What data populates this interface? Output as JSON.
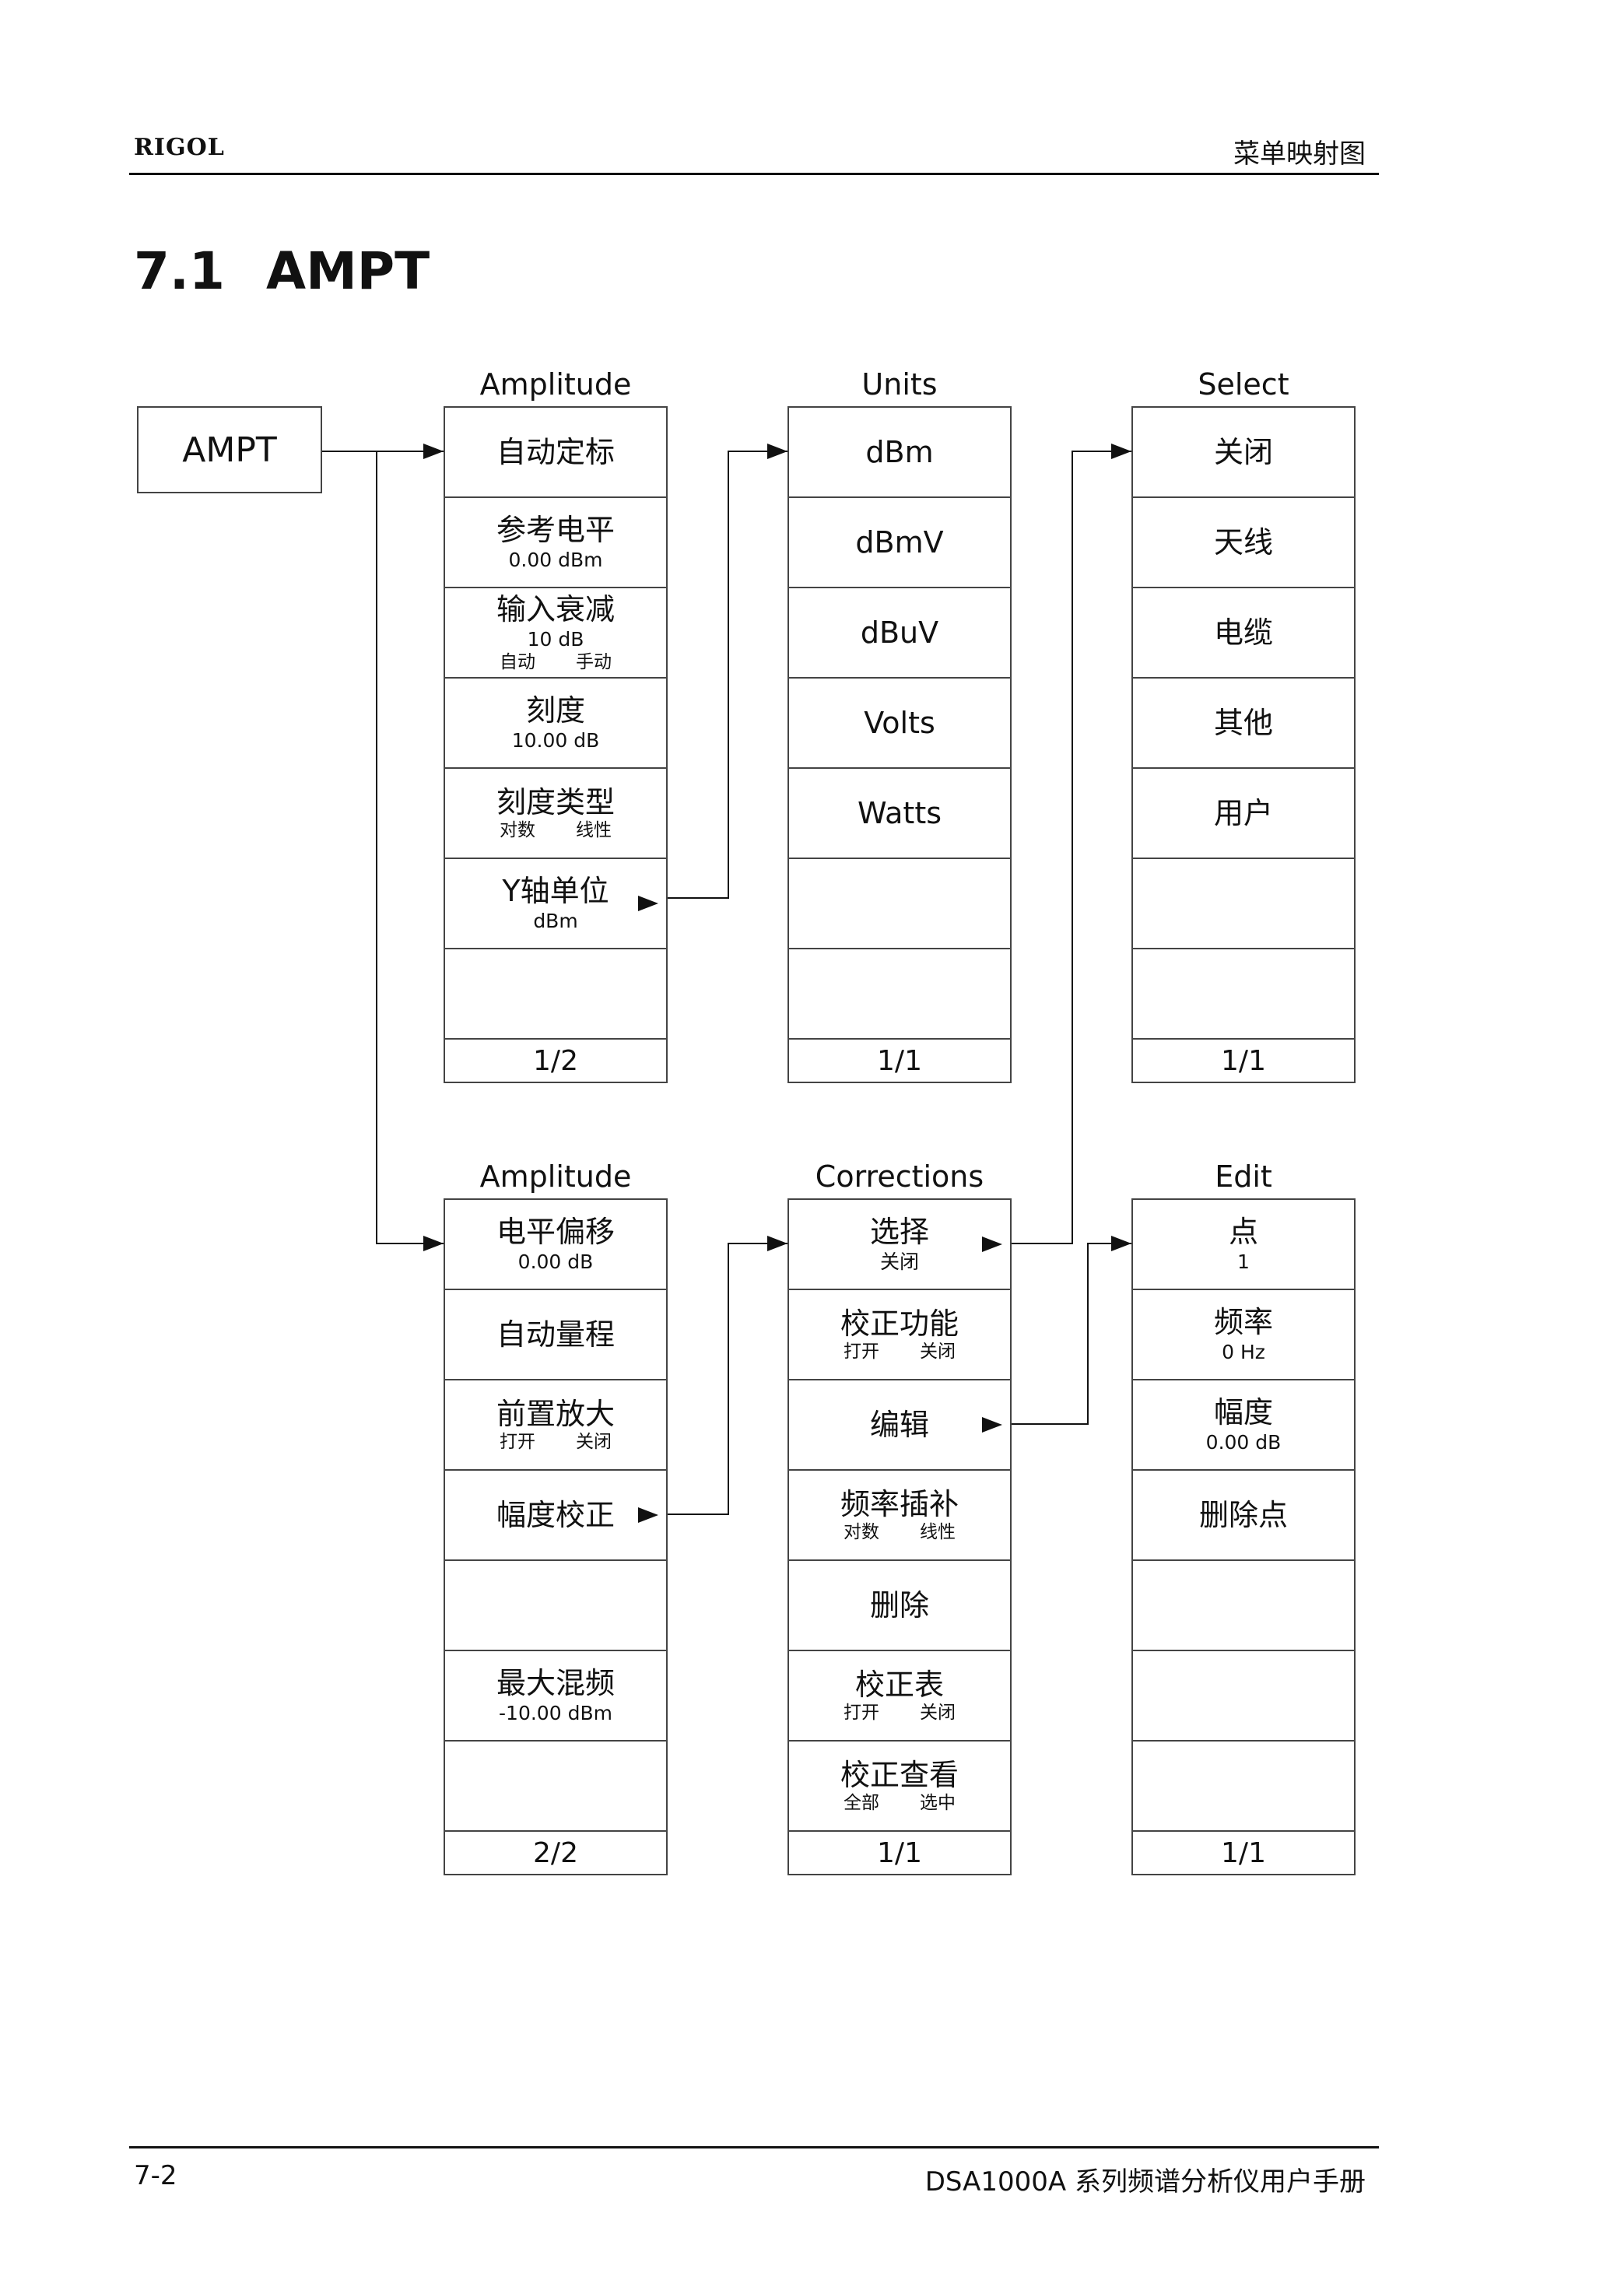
{
  "header": {
    "brand": "RIGOL",
    "section": "菜单映射图"
  },
  "title": {
    "number": "7.1",
    "text": "AMPT"
  },
  "root": {
    "label": "AMPT"
  },
  "menus": {
    "amplitude1": {
      "title": "Amplitude",
      "items": [
        {
          "label": "自动定标",
          "sub": "",
          "opts": []
        },
        {
          "label": "参考电平",
          "sub": "0.00 dBm",
          "opts": []
        },
        {
          "label": "输入衰减",
          "sub": "10 dB",
          "opts": [
            "自动",
            "手动"
          ]
        },
        {
          "label": "刻度",
          "sub": "10.00 dB",
          "opts": []
        },
        {
          "label": "刻度类型",
          "sub": "",
          "opts": [
            "对数",
            "线性"
          ]
        },
        {
          "label": "Y轴单位",
          "sub": "dBm",
          "opts": []
        },
        {
          "label": "",
          "sub": "",
          "opts": []
        }
      ],
      "page": "1/2"
    },
    "units": {
      "title": "Units",
      "items": [
        {
          "label": "dBm",
          "sub": "",
          "opts": []
        },
        {
          "label": "dBmV",
          "sub": "",
          "opts": []
        },
        {
          "label": "dBuV",
          "sub": "",
          "opts": []
        },
        {
          "label": "Volts",
          "sub": "",
          "opts": []
        },
        {
          "label": "Watts",
          "sub": "",
          "opts": []
        },
        {
          "label": "",
          "sub": "",
          "opts": []
        },
        {
          "label": "",
          "sub": "",
          "opts": []
        }
      ],
      "page": "1/1"
    },
    "select": {
      "title": "Select",
      "items": [
        {
          "label": "关闭",
          "sub": "",
          "opts": []
        },
        {
          "label": "天线",
          "sub": "",
          "opts": []
        },
        {
          "label": "电缆",
          "sub": "",
          "opts": []
        },
        {
          "label": "其他",
          "sub": "",
          "opts": []
        },
        {
          "label": "用户",
          "sub": "",
          "opts": []
        },
        {
          "label": "",
          "sub": "",
          "opts": []
        },
        {
          "label": "",
          "sub": "",
          "opts": []
        }
      ],
      "page": "1/1"
    },
    "amplitude2": {
      "title": "Amplitude",
      "items": [
        {
          "label": "电平偏移",
          "sub": "0.00 dB",
          "opts": []
        },
        {
          "label": "自动量程",
          "sub": "",
          "opts": []
        },
        {
          "label": "前置放大",
          "sub": "",
          "opts": [
            "打开",
            "关闭"
          ]
        },
        {
          "label": "幅度校正",
          "sub": "",
          "opts": []
        },
        {
          "label": "",
          "sub": "",
          "opts": []
        },
        {
          "label": "最大混频",
          "sub": "-10.00 dBm",
          "opts": []
        },
        {
          "label": "",
          "sub": "",
          "opts": []
        }
      ],
      "page": "2/2"
    },
    "corrections": {
      "title": "Corrections",
      "items": [
        {
          "label": "选择",
          "sub": "关闭",
          "opts": []
        },
        {
          "label": "校正功能",
          "sub": "",
          "opts": [
            "打开",
            "关闭"
          ]
        },
        {
          "label": "编辑",
          "sub": "",
          "opts": []
        },
        {
          "label": "频率插补",
          "sub": "",
          "opts": [
            "对数",
            "线性"
          ]
        },
        {
          "label": "删除",
          "sub": "",
          "opts": []
        },
        {
          "label": "校正表",
          "sub": "",
          "opts": [
            "打开",
            "关闭"
          ]
        },
        {
          "label": "校正查看",
          "sub": "",
          "opts": [
            "全部",
            "选中"
          ]
        }
      ],
      "page": "1/1"
    },
    "edit": {
      "title": "Edit",
      "items": [
        {
          "label": "点",
          "sub": "1",
          "opts": []
        },
        {
          "label": "频率",
          "sub": "0 Hz",
          "opts": []
        },
        {
          "label": "幅度",
          "sub": "0.00 dB",
          "opts": []
        },
        {
          "label": "删除点",
          "sub": "",
          "opts": []
        },
        {
          "label": "",
          "sub": "",
          "opts": []
        },
        {
          "label": "",
          "sub": "",
          "opts": []
        },
        {
          "label": "",
          "sub": "",
          "opts": []
        }
      ],
      "page": "1/1"
    }
  },
  "footer": {
    "page": "7-2",
    "manual": "DSA1000A 系列频谱分析仪用户手册"
  }
}
